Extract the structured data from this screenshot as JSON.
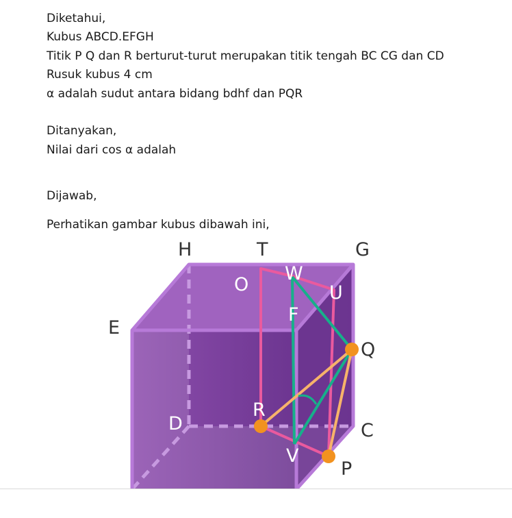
{
  "problem": {
    "given_heading": "Diketahui,",
    "cube_name": "Kubus ABCD.EFGH",
    "midpoints": "Titik P Q dan R berturut-turut merupakan titik tengah BC CG dan CD",
    "edge_length": "Rusuk kubus 4 cm",
    "angle_definition": "α adalah sudut antara bidang bdhf dan PQR",
    "asked_heading": "Ditanyakan,",
    "asked_text": "Nilai dari cos α adalah",
    "answer_heading": "Dijawab,",
    "figure_intro": "Perhatikan gambar kubus dibawah ini,"
  },
  "figure": {
    "colors": {
      "cube_face": "#7a3f99",
      "cube_edge": "#b77ad8",
      "pink_line": "#ea5a9e",
      "green_line": "#17b08a",
      "orange_line": "#f7b36a",
      "point_dot": "#f2921f"
    },
    "labels": {
      "H": "H",
      "T": "T",
      "G": "G",
      "W": "W",
      "O": "O",
      "U": "U",
      "E": "E",
      "F": "F",
      "Q": "Q",
      "R": "R",
      "D": "D",
      "C": "C",
      "V": "V",
      "P": "P"
    }
  }
}
